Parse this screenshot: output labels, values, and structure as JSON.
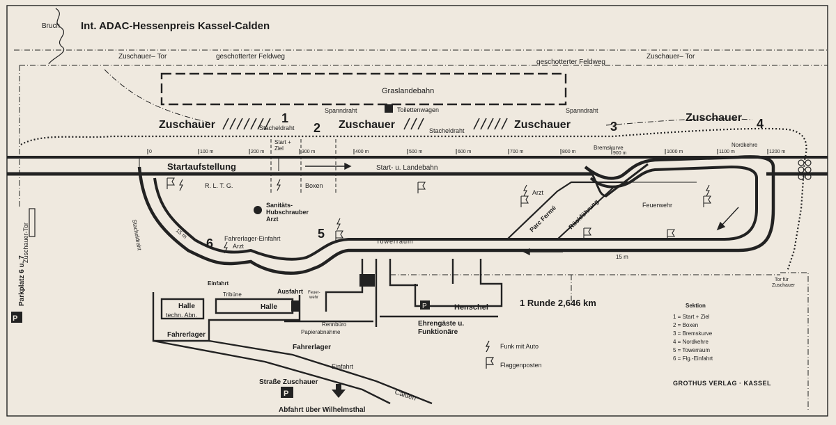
{
  "title": "Int. ADAC-Hessenpreis Kassel-Calden",
  "bruch": "Bruch",
  "publisher": "GROTHUS VERLAG · KASSEL",
  "lap_length": "1 Runde 2,646 km",
  "labels": {
    "zuschauer_tor": "Zuschauer– Tor",
    "feldweg": "geschotterter Feldweg",
    "graslandebahn": "Graslandebahn",
    "spanndraht": "Spanndraht",
    "toilettenwagen": "Toilettenwagen",
    "stacheldraht": "Stacheldraht",
    "zuschauer": "Zuschauer",
    "start_ziel_1": "Start +",
    "start_ziel_2": "Ziel",
    "bremskurve": "Bremskurve",
    "nordkehre": "Nordkehre",
    "startaufstellung": "Startaufstellung",
    "landebahn": "Start- u. Landebahn",
    "rltg": "R. L. T. G.",
    "boxen": "Boxen",
    "arzt": "Arzt",
    "feuerwehr": "Feuerwehr",
    "parc_ferme": "Parc Fermé",
    "rueckfuehrung": "Rückführung",
    "sanitaets_1": "Sanitäts-",
    "sanitaets_2": "Hubschrauber",
    "sanitaets_3": "Arzt",
    "width_15m": "15 m",
    "fahrerlager_einfahrt": "Fahrerlager-Einfahrt",
    "towerraum": "Towerraum",
    "stacheldraht_vertical": "Stacheldraht",
    "parkplatz": "Parkplatz 6 u. 7",
    "zuschauer_tor_vertical": "Zuschauer-Tor",
    "halle": "Halle",
    "techn_abn": "techn. Abn.",
    "einfahrt": "Einfahrt",
    "tribuene": "Tribüne",
    "ausfahrt": "Ausfahrt",
    "feuer_1": "Feuer-",
    "feuer_2": "wehr",
    "rennbuero": "Rennbüro",
    "papierabnahme": "Papierabnahme",
    "henschel": "Henschel",
    "ehrengaeste_1": "Ehrengäste u.",
    "ehrengaeste_2": "Funktionäre",
    "fahrerlager": "Fahrerlager",
    "strasse_zuschauer": "Straße Zuschauer",
    "abfahrt": "Abfahrt über Wilhelmsthal",
    "calden": "Calden",
    "tor_fuer_1": "Tor für",
    "tor_fuer_2": "Zuschauer",
    "p": "P"
  },
  "corner_numbers": [
    "1",
    "2",
    "3",
    "4",
    "5",
    "6"
  ],
  "distance_marks": [
    "0",
    "100 m",
    "200 m",
    "300 m",
    "400 m",
    "500 m",
    "600 m",
    "700 m",
    "800 m",
    "900 m",
    "1000 m",
    "1100 m",
    "1200 m"
  ],
  "legend": {
    "funk": "Funk mit Auto",
    "flaggen": "Flaggenposten"
  },
  "sektion": {
    "title": "Sektion",
    "items": [
      "1 = Start + Ziel",
      "2 = Boxen",
      "3 = Bremskurve",
      "4 = Nordkehre",
      "5 = Towerraum",
      "6 = Flg.-Einfahrt"
    ]
  }
}
